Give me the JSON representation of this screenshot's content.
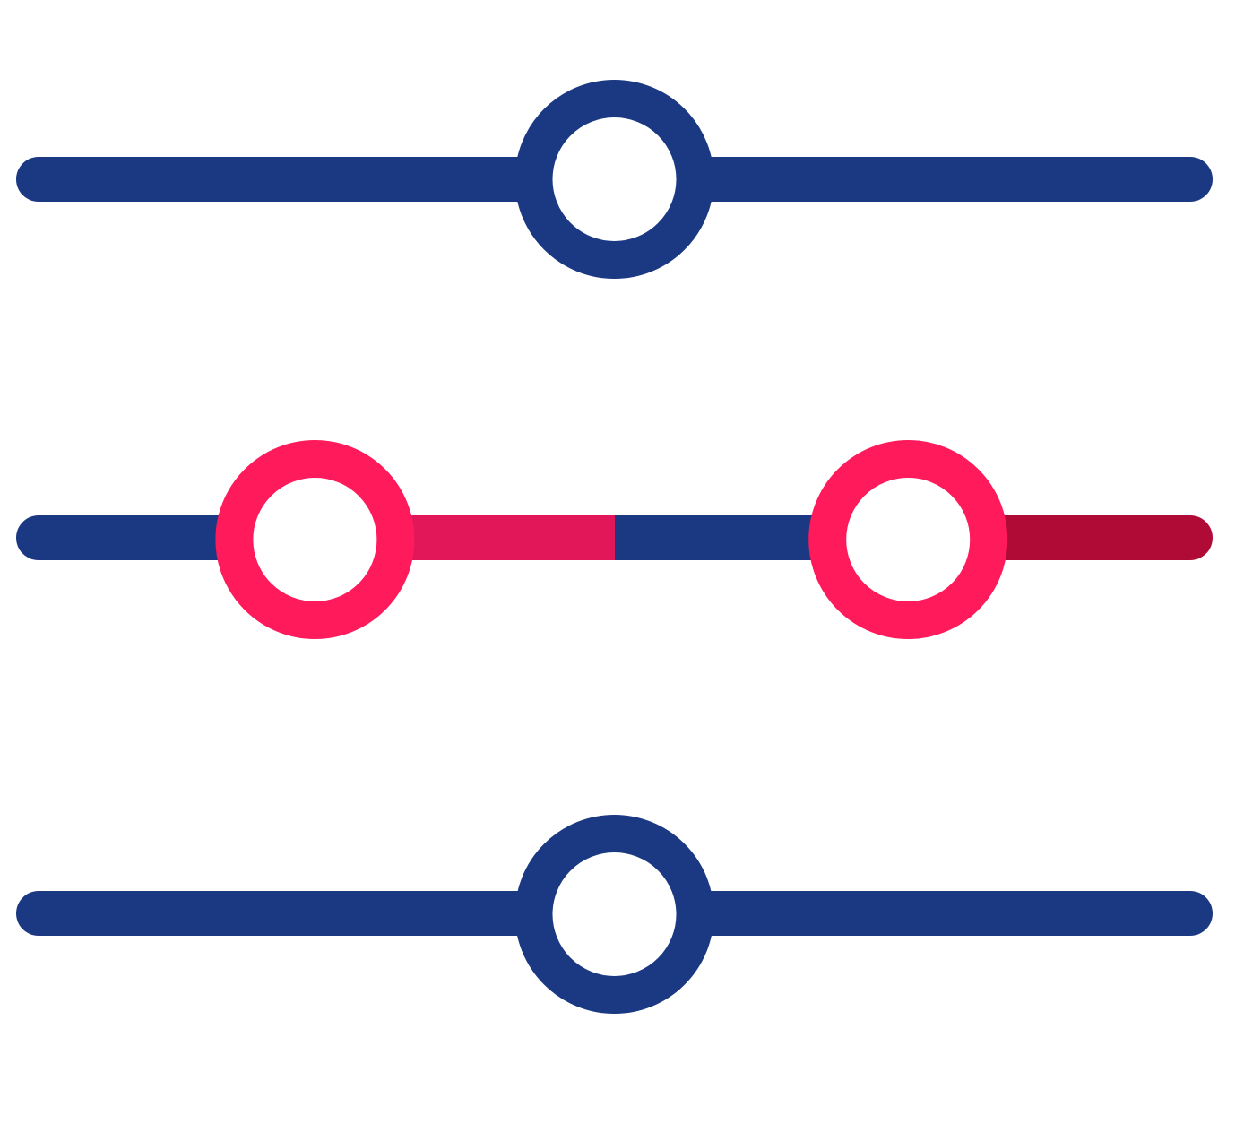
{
  "colors": {
    "primary": "#1b3883",
    "accent": "#fe1a5b",
    "accent_track": "#e2175a",
    "accent_track_dark": "#b00b36",
    "background": "#ffffff"
  },
  "sliders": [
    {
      "name": "slider-top",
      "kind": "single",
      "values": [
        0.5
      ]
    },
    {
      "name": "slider-middle",
      "kind": "range",
      "values": [
        0.24,
        0.755
      ]
    },
    {
      "name": "slider-bottom",
      "kind": "single",
      "values": [
        0.5
      ]
    }
  ]
}
